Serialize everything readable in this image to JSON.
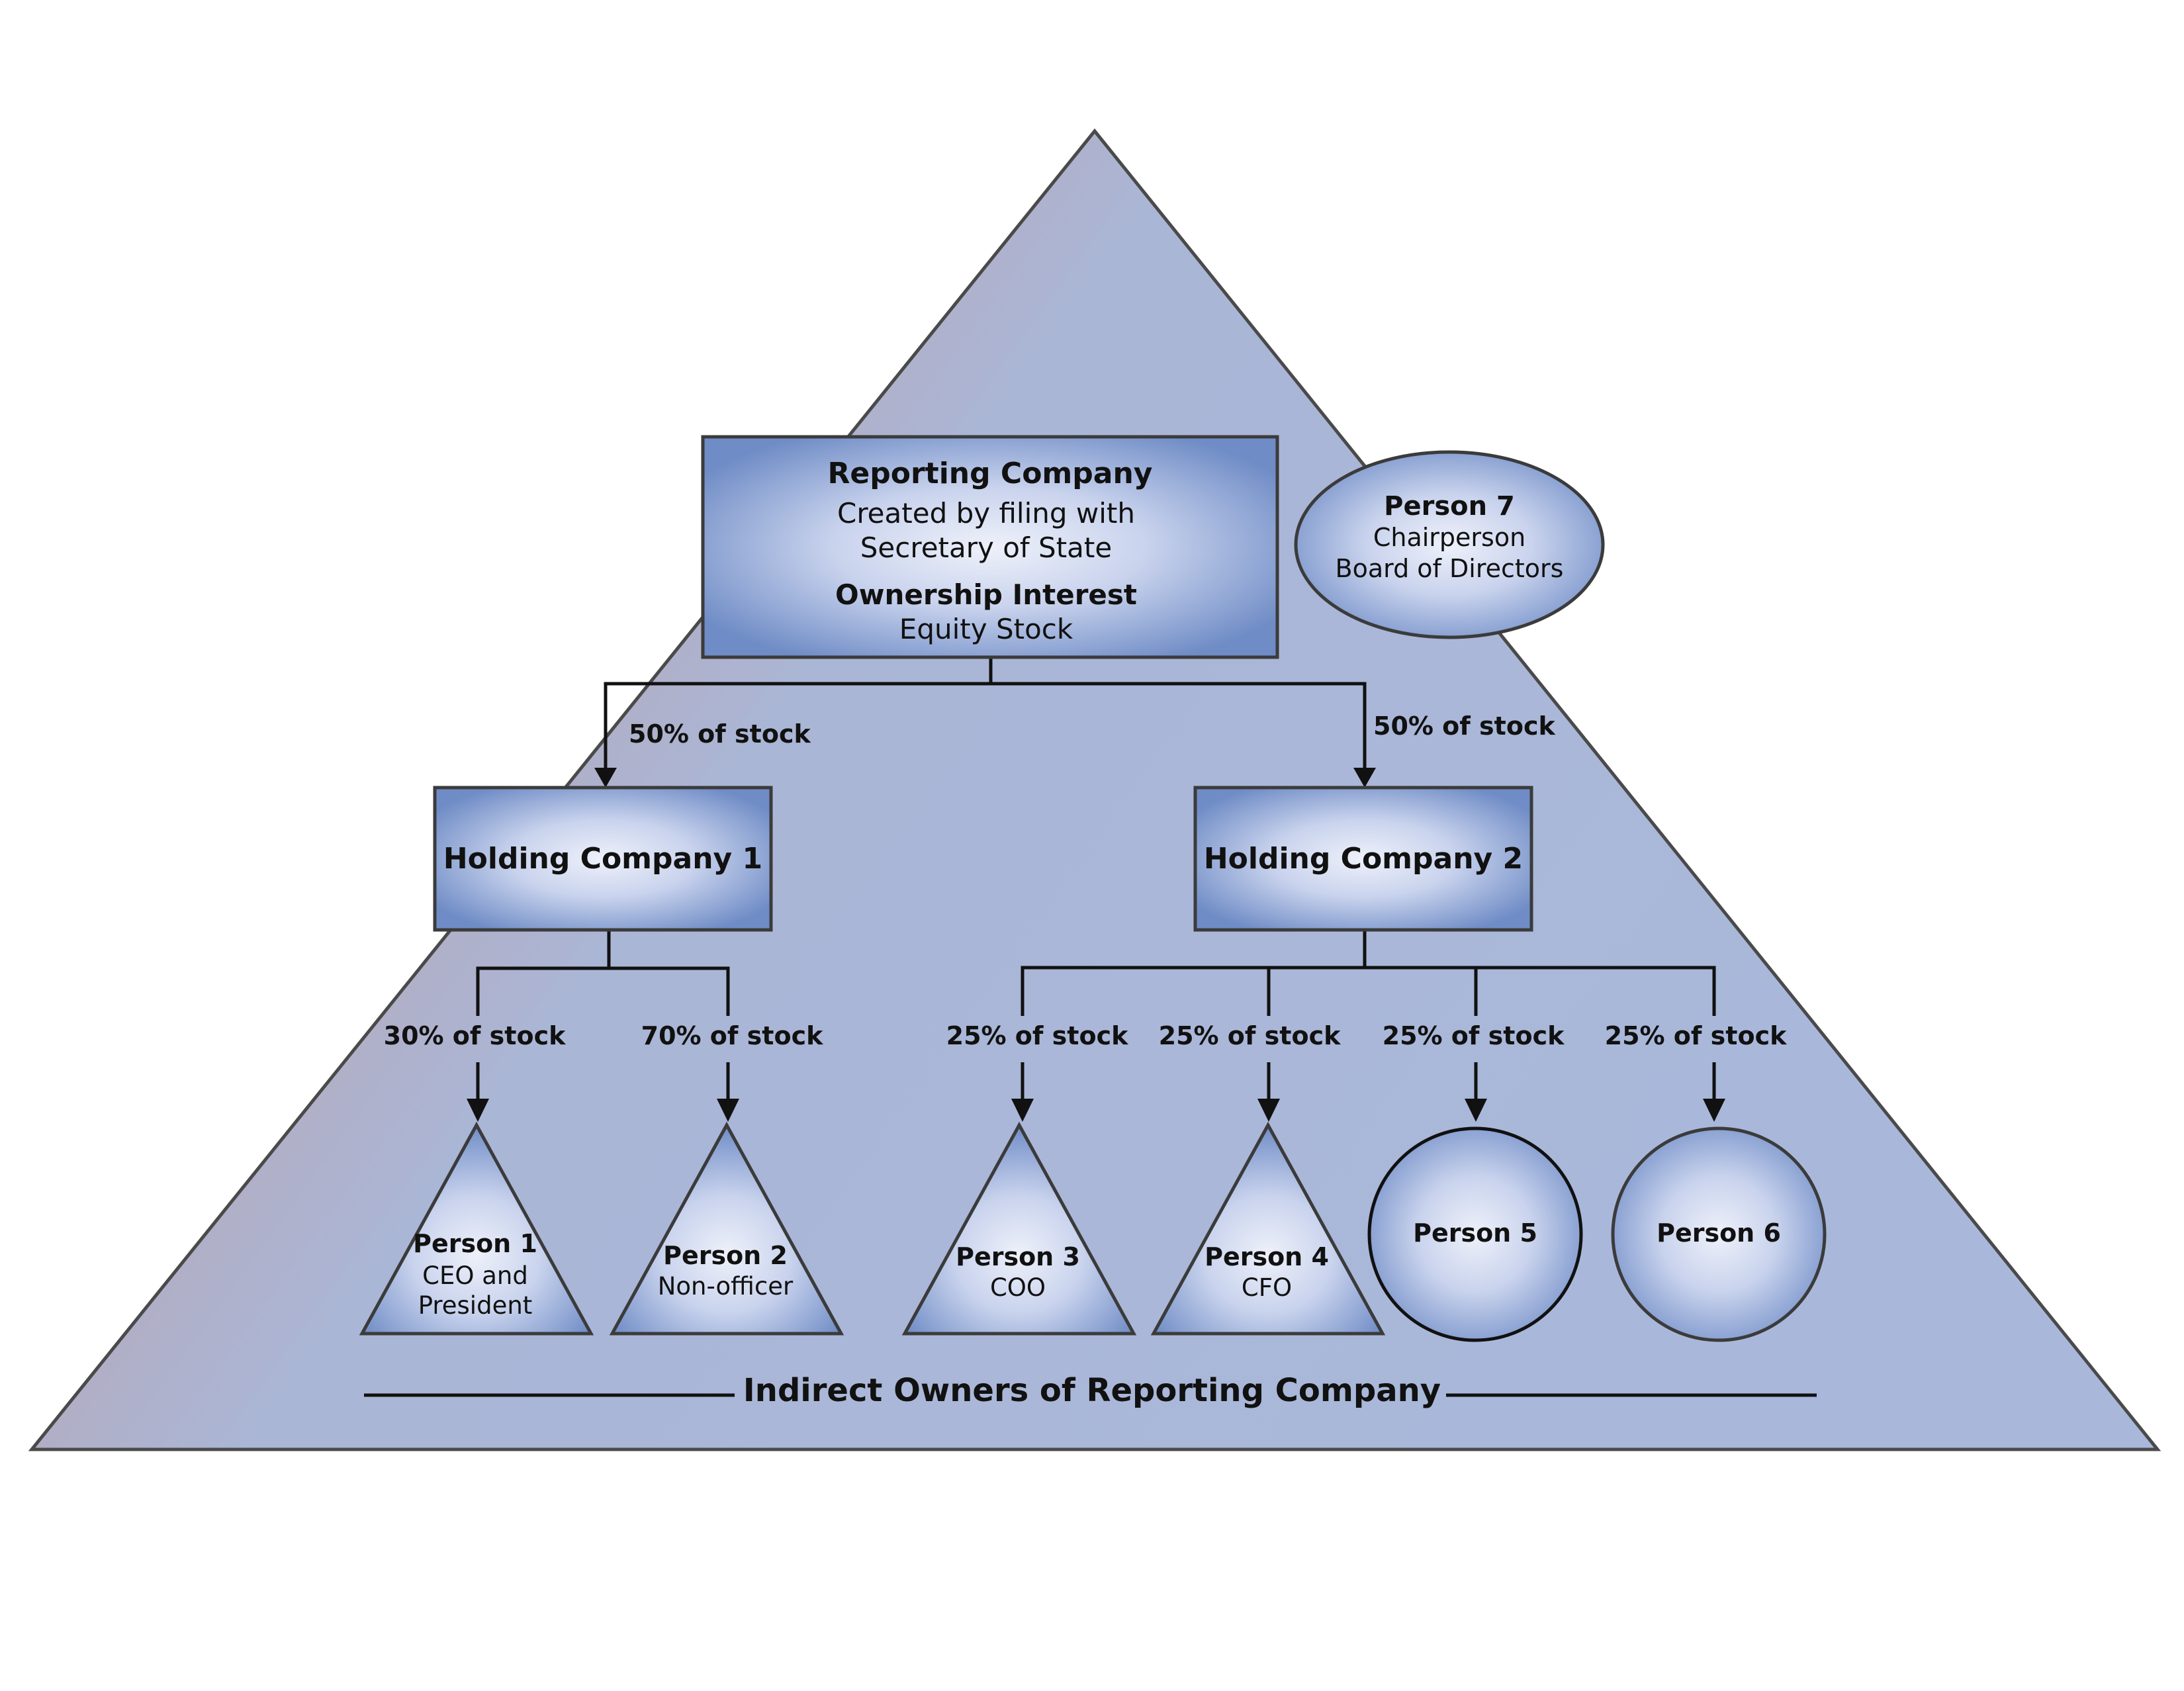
{
  "colors": {
    "pyramid_left": "#c58a7a",
    "pyramid_right": "#a9b8da",
    "node_center": "#eef1fa",
    "node_edge": "#6f8cc6",
    "outline": "#3b3b3b",
    "line": "#111111"
  },
  "reporting_company": {
    "title": "Reporting Company",
    "line1": "Created by filing with",
    "line2": "Secretary of State",
    "interest_title": "Ownership Interest",
    "interest_value": "Equity Stock"
  },
  "person7": {
    "name": "Person 7",
    "role1": "Chairperson",
    "role2": "Board of Directors"
  },
  "holding_companies": [
    {
      "name": "Holding Company 1",
      "edge_label": "50% of stock"
    },
    {
      "name": "Holding Company 2",
      "edge_label": "50% of stock"
    }
  ],
  "persons": [
    {
      "name": "Person 1",
      "role1": "CEO and",
      "role2": "President",
      "shape": "triangle",
      "edge_label": "30% of stock"
    },
    {
      "name": "Person 2",
      "role1": "Non-officer",
      "role2": "",
      "shape": "triangle",
      "edge_label": "70% of stock"
    },
    {
      "name": "Person 3",
      "role1": "COO",
      "role2": "",
      "shape": "triangle",
      "edge_label": "25% of stock"
    },
    {
      "name": "Person 4",
      "role1": "CFO",
      "role2": "",
      "shape": "triangle",
      "edge_label": "25% of stock"
    },
    {
      "name": "Person 5",
      "role1": "",
      "role2": "",
      "shape": "circle",
      "edge_label": "25% of stock"
    },
    {
      "name": "Person 6",
      "role1": "",
      "role2": "",
      "shape": "circle",
      "edge_label": "25% of stock"
    }
  ],
  "footer_label": "Indirect Owners of Reporting Company"
}
